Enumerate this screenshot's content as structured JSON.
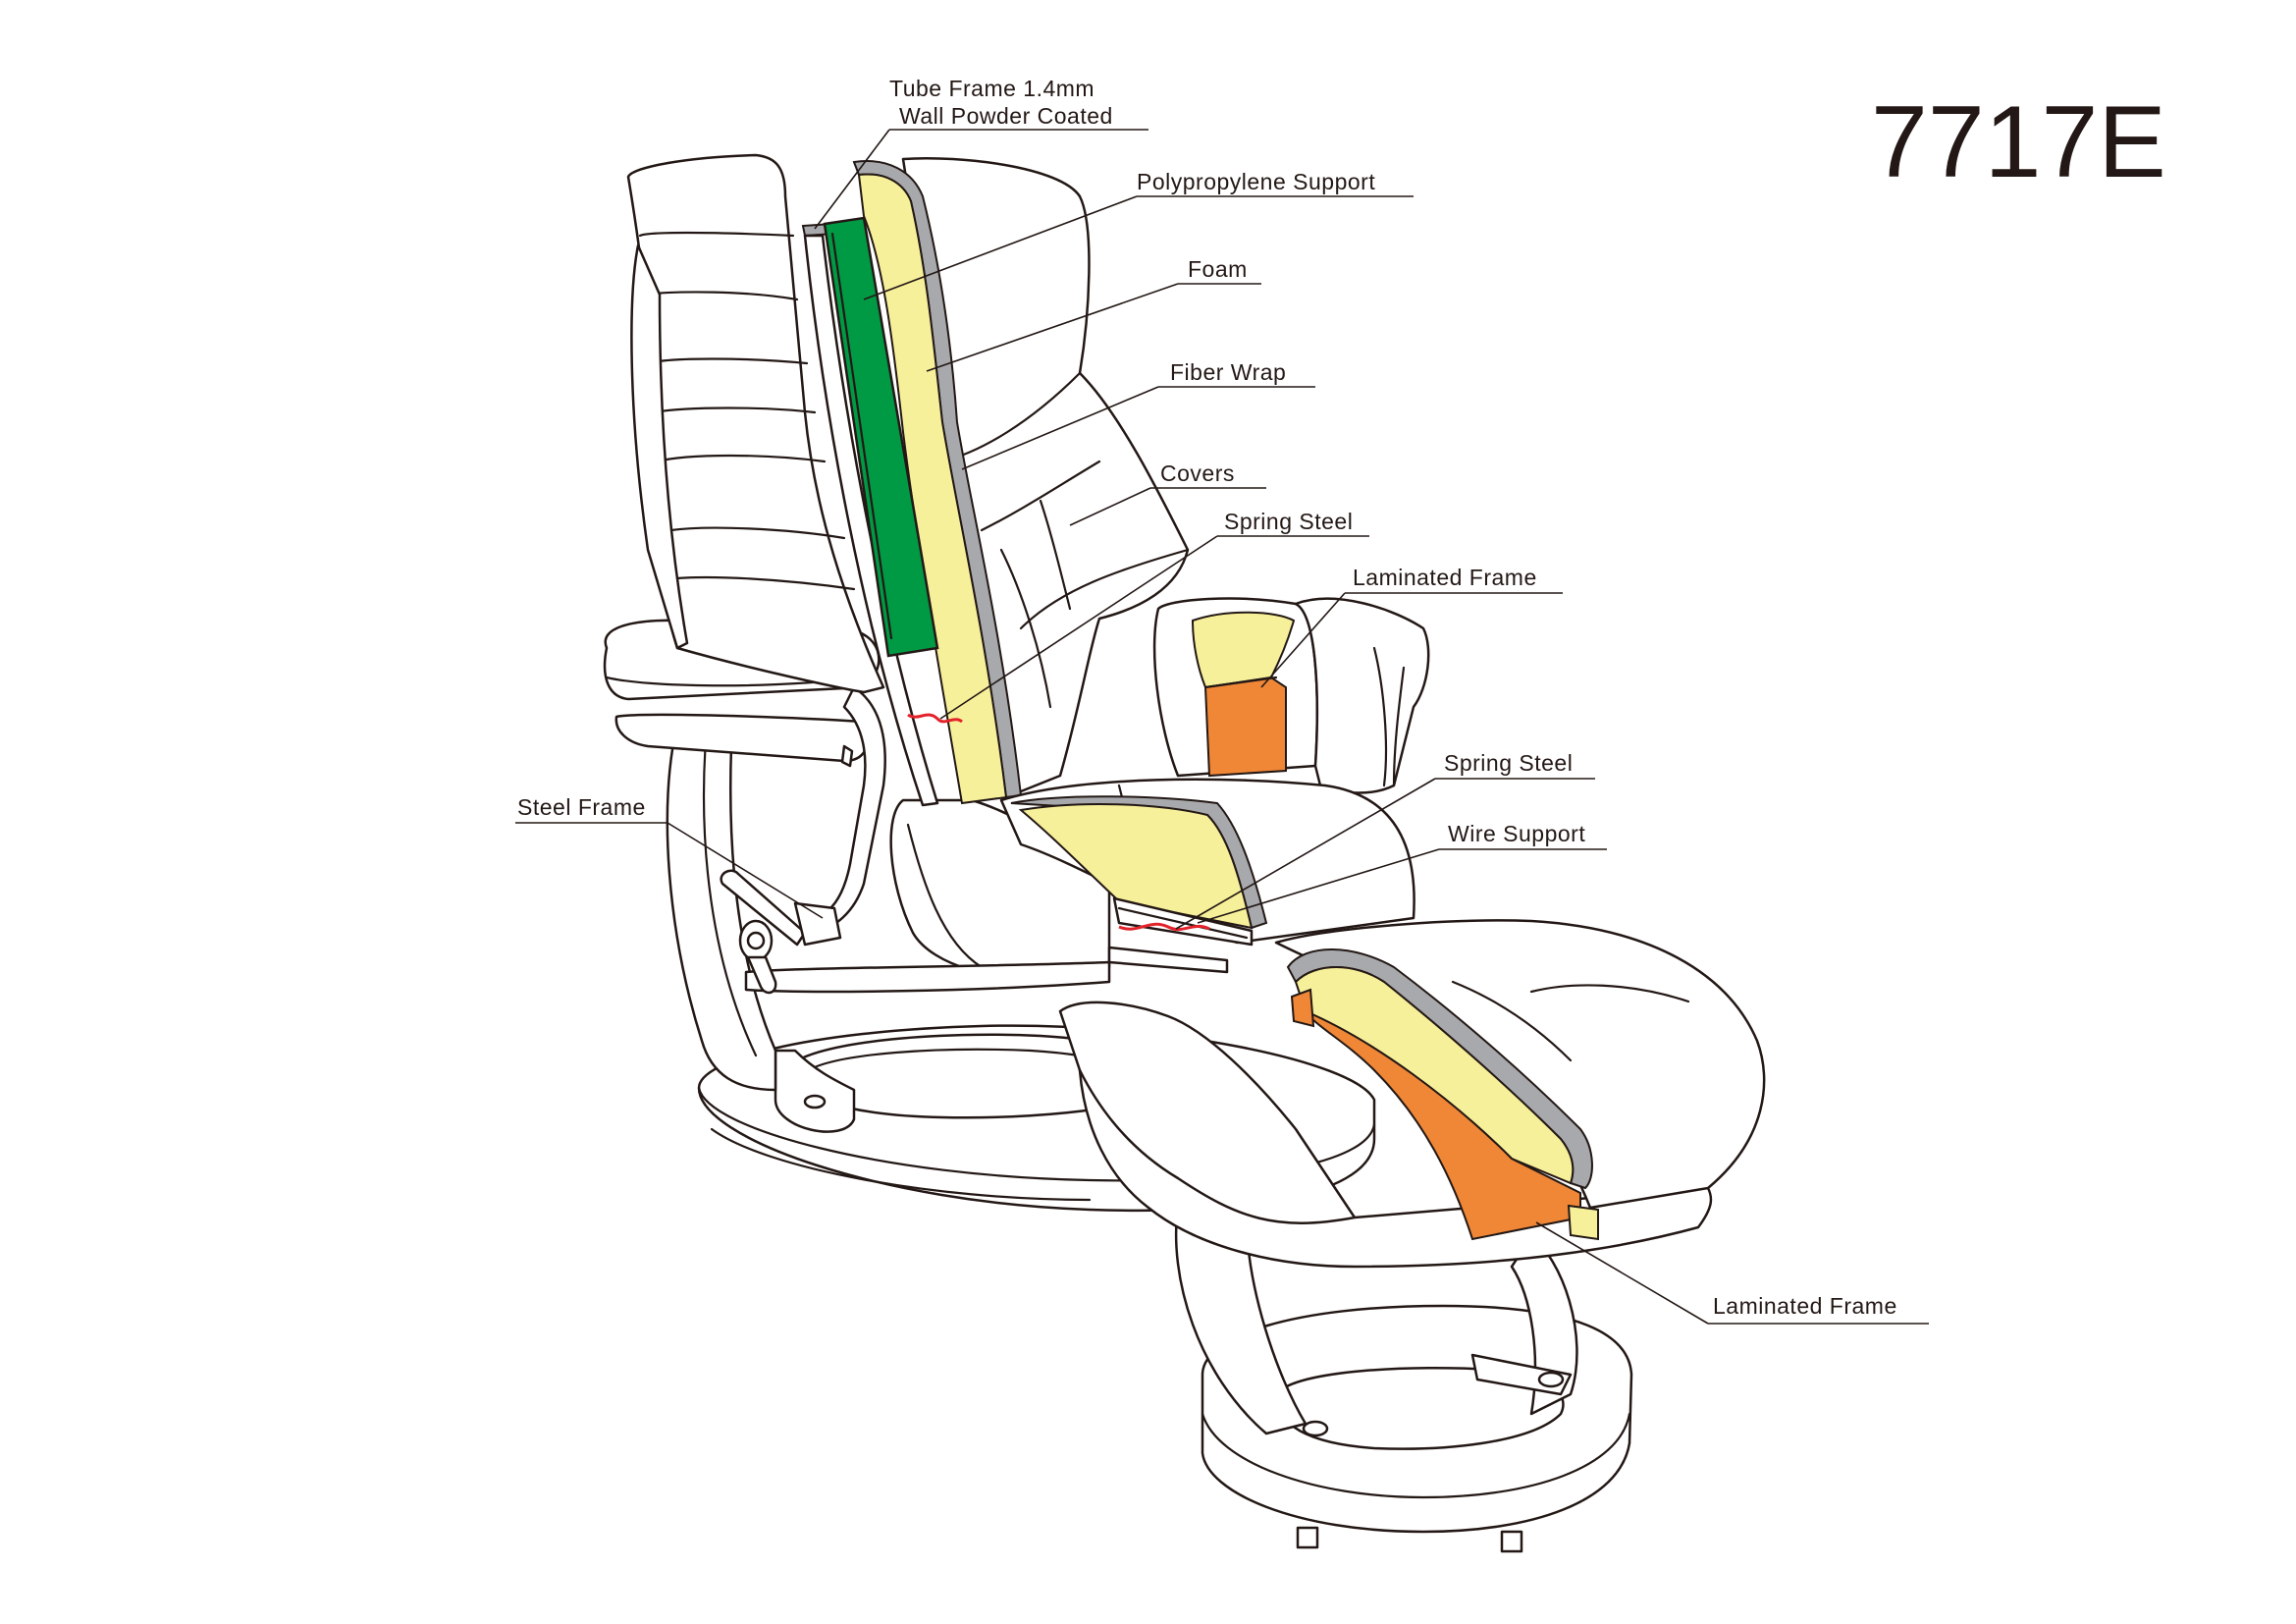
{
  "model_number": "7717E",
  "colors": {
    "polypropylene_support": "#009a44",
    "foam": "#f7f09a",
    "fiber_wrap": "#a7a9ac",
    "laminated_frame": "#ef8737",
    "spring_steel": "#e3232b",
    "outline": "#231815"
  },
  "labels": {
    "tube_frame_line1": "Tube Frame 1.4mm",
    "tube_frame_line2": "Wall Powder Coated",
    "polypropylene_support": "Polypropylene Support",
    "foam": "Foam",
    "fiber_wrap": "Fiber Wrap",
    "covers": "Covers",
    "spring_steel_back": "Spring Steel",
    "laminated_frame_arm": "Laminated Frame",
    "spring_steel_seat": "Spring Steel",
    "wire_support": "Wire Support",
    "steel_frame": "Steel Frame",
    "laminated_frame_ottoman": "Laminated Frame"
  }
}
